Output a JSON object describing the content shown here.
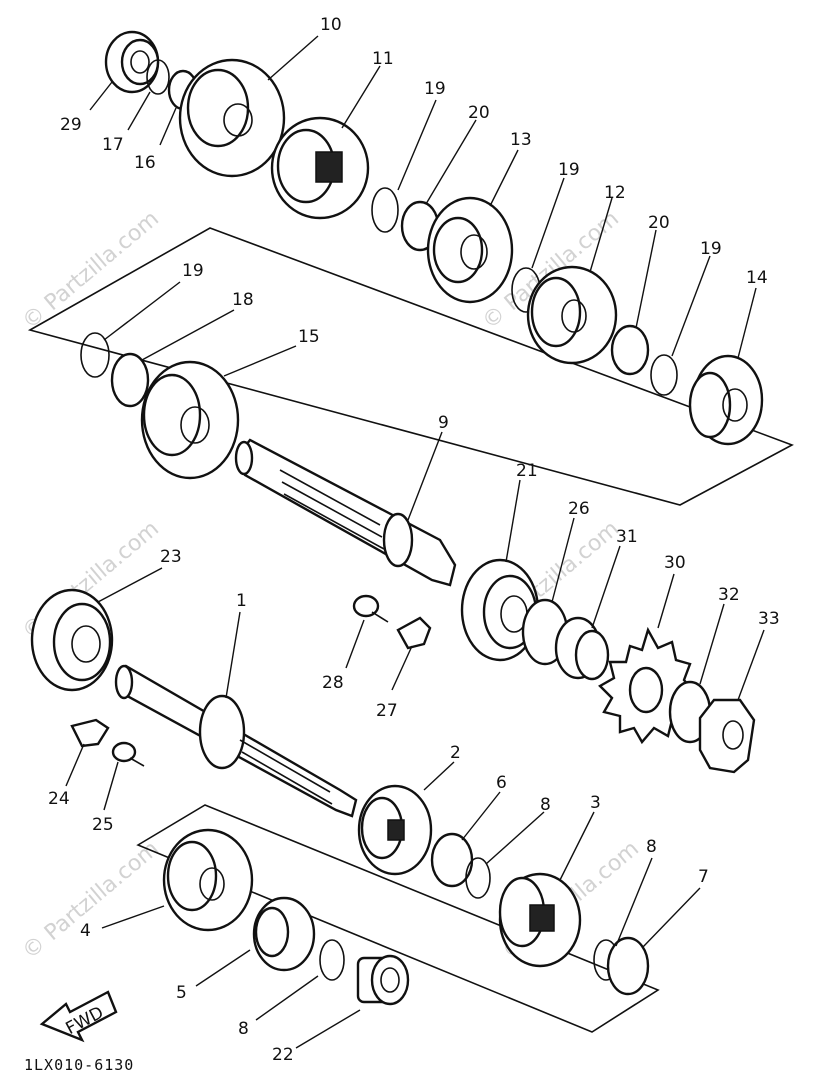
{
  "watermark": "© Partzilla.com",
  "diagram_code": "1LX010-6130",
  "fwd_label": "FWD",
  "labels": {
    "p29": "29",
    "p17": "17",
    "p16": "16",
    "p10": "10",
    "p11": "11",
    "p19a": "19",
    "p20a": "20",
    "p13": "13",
    "p19b": "19",
    "p12": "12",
    "p20b": "20",
    "p19c": "19",
    "p14": "14",
    "p19d": "19",
    "p18": "18",
    "p15": "15",
    "p9": "9",
    "p21": "21",
    "p26": "26",
    "p31": "31",
    "p30": "30",
    "p32": "32",
    "p33": "33",
    "p23": "23",
    "p1": "1",
    "p28": "28",
    "p27": "27",
    "p24": "24",
    "p25": "25",
    "p2": "2",
    "p6": "6",
    "p8a": "8",
    "p3": "3",
    "p8b": "8",
    "p7": "7",
    "p4": "4",
    "p5": "5",
    "p8c": "8",
    "p22": "22"
  }
}
